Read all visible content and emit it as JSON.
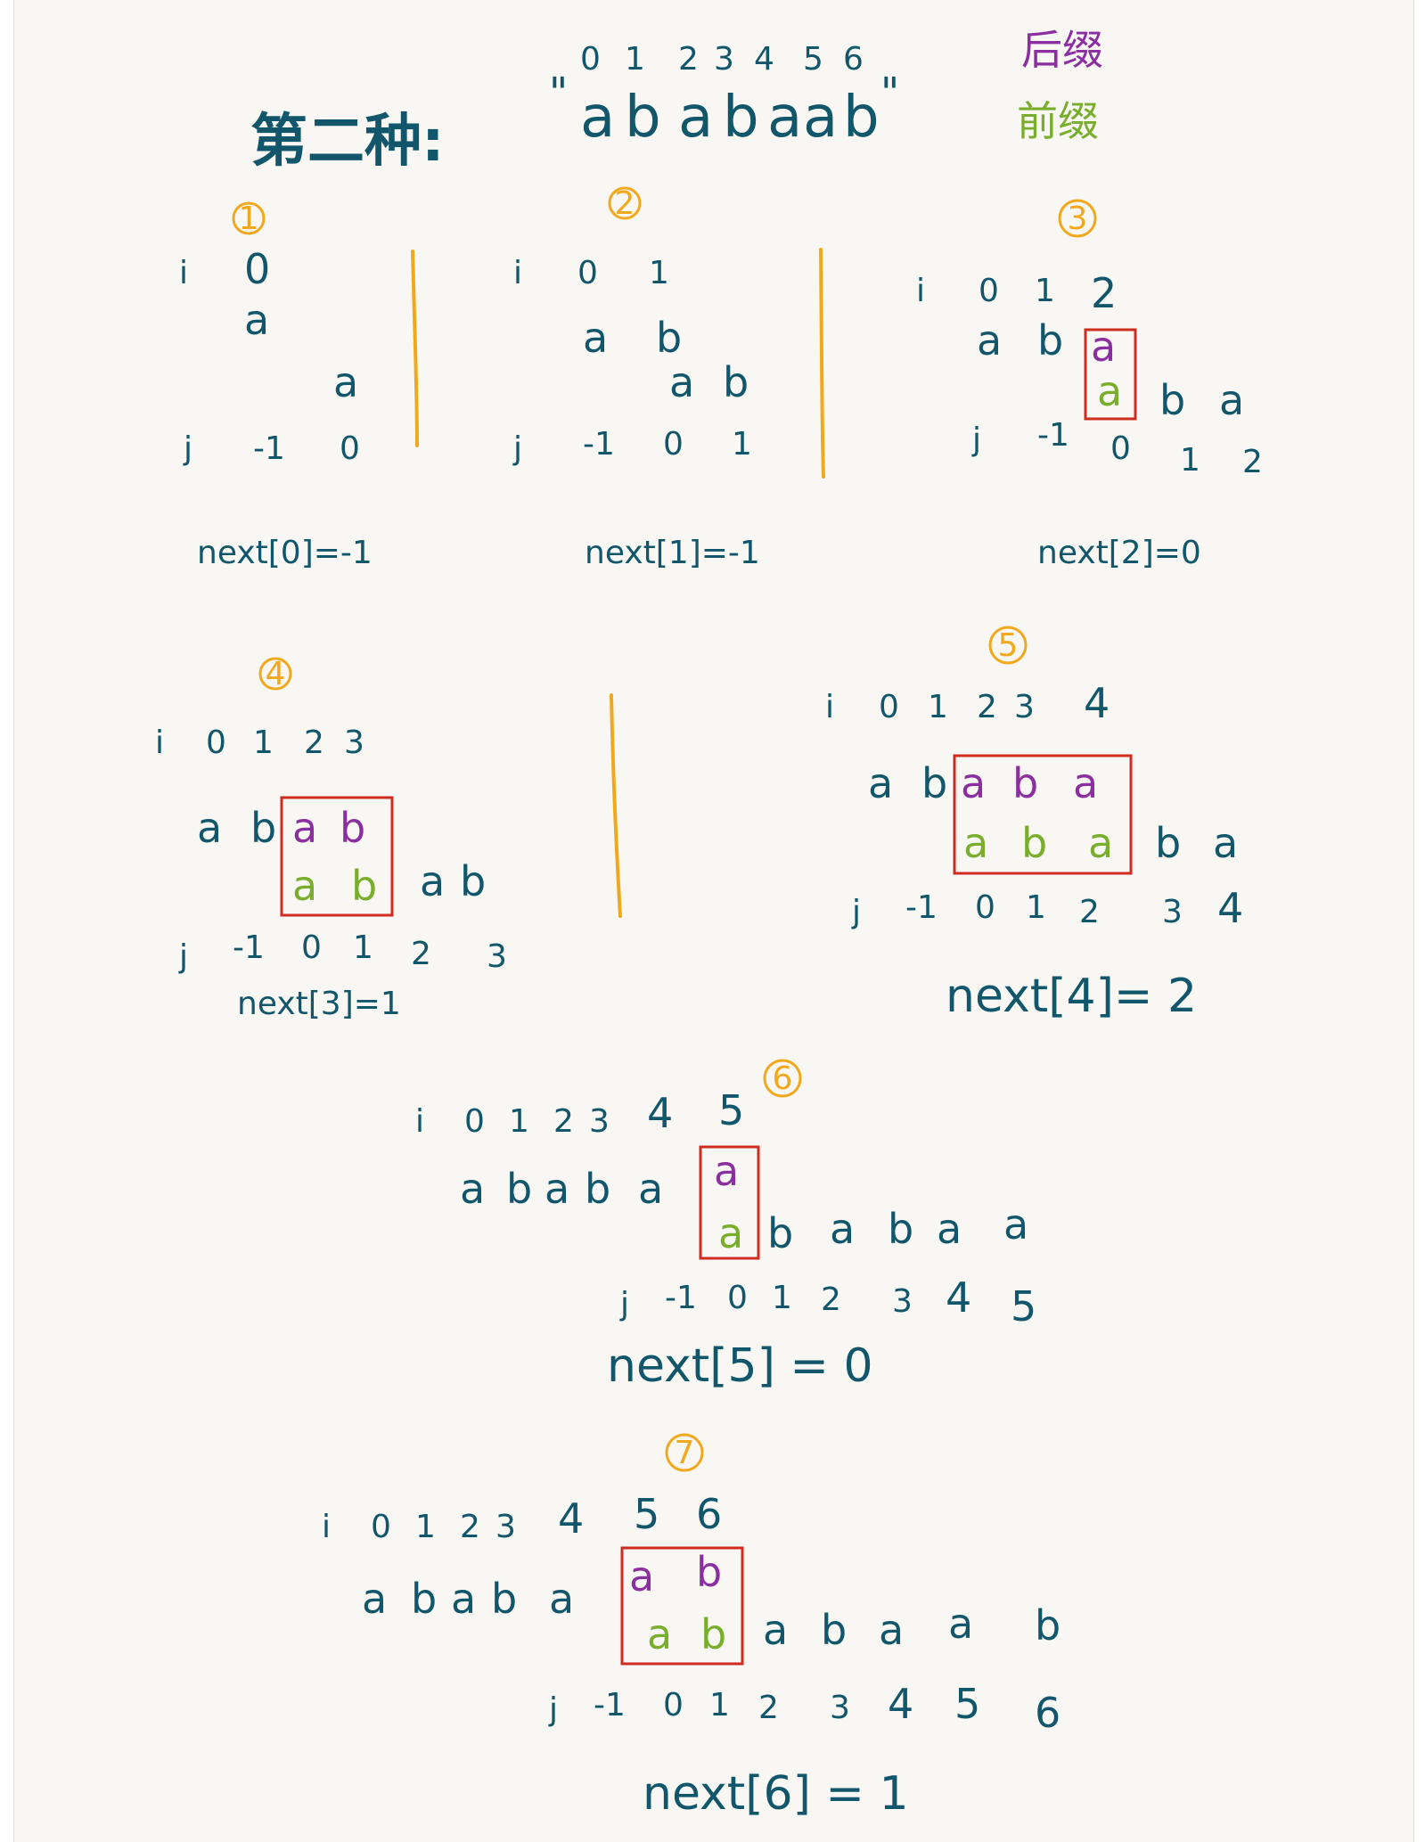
{
  "header": {
    "title": "第二种:",
    "index_digits": [
      "0",
      "1",
      "2",
      "3",
      "4",
      "5",
      "6"
    ],
    "open_quote": "\"",
    "pattern_chars": [
      "a",
      "b",
      "a",
      "b",
      "a",
      "a",
      "b"
    ],
    "close_quote": "\""
  },
  "legend": {
    "suffix": "后缀",
    "prefix": "前缀",
    "suffix_color": "#8a2ea0",
    "prefix_color": "#79ad2c"
  },
  "colors": {
    "ink": "#12566b",
    "step_marker": "#f2a81d",
    "box": "#cf2b1f"
  },
  "steps": [
    {
      "label": "1",
      "i_label": "i",
      "j_label": "j",
      "i_values": [
        "0"
      ],
      "top_chars": [
        "a"
      ],
      "bottom_chars": [
        "a"
      ],
      "j_values": [
        "-1",
        "0"
      ],
      "result": "next[0]=-1"
    },
    {
      "label": "2",
      "i_label": "i",
      "j_label": "j",
      "i_values": [
        "0",
        "1"
      ],
      "top_chars": [
        "a",
        "b"
      ],
      "bottom_chars": [
        "a",
        "b"
      ],
      "j_values": [
        "-1",
        "0",
        "1"
      ],
      "result": "next[1]=-1"
    },
    {
      "label": "3",
      "i_label": "i",
      "j_label": "j",
      "i_values": [
        "0",
        "1",
        "2"
      ],
      "top_plain": [
        "a",
        "b"
      ],
      "top_boxed": [
        "a"
      ],
      "bottom_boxed": [
        "a"
      ],
      "bottom_plain": [
        "b",
        "a"
      ],
      "j_values": [
        "-1",
        "0",
        "1",
        "2"
      ],
      "result": "next[2]=0"
    },
    {
      "label": "4",
      "i_label": "i",
      "j_label": "j",
      "i_values": [
        "0",
        "1",
        "2",
        "3"
      ],
      "top_plain": [
        "a",
        "b"
      ],
      "top_boxed": [
        "a",
        "b"
      ],
      "bottom_boxed": [
        "a",
        "b"
      ],
      "bottom_plain": [
        "a",
        "b"
      ],
      "j_values": [
        "-1",
        "0",
        "1",
        "2",
        "3"
      ],
      "result": "next[3]=1"
    },
    {
      "label": "5",
      "i_label": "i",
      "j_label": "j",
      "i_values": [
        "0",
        "1",
        "2",
        "3",
        "4"
      ],
      "top_plain": [
        "a",
        "b"
      ],
      "top_boxed": [
        "a",
        "b",
        "a"
      ],
      "bottom_boxed": [
        "a",
        "b",
        "a"
      ],
      "bottom_plain": [
        "b",
        "a"
      ],
      "j_values": [
        "-1",
        "0",
        "1",
        "2",
        "3",
        "4"
      ],
      "result": "next[4]= 2"
    },
    {
      "label": "6",
      "i_label": "i",
      "j_label": "j",
      "i_values": [
        "0",
        "1",
        "2",
        "3",
        "4",
        "5"
      ],
      "top_plain": [
        "a",
        "b",
        "a",
        "b",
        "a"
      ],
      "top_boxed": [
        "a"
      ],
      "bottom_boxed": [
        "a"
      ],
      "bottom_plain": [
        "b",
        "a",
        "b",
        "a",
        "a"
      ],
      "j_values": [
        "-1",
        "0",
        "1",
        "2",
        "3",
        "4",
        "5"
      ],
      "result": "next[5] = 0"
    },
    {
      "label": "7",
      "i_label": "i",
      "j_label": "j",
      "i_values": [
        "0",
        "1",
        "2",
        "3",
        "4",
        "5",
        "6"
      ],
      "top_plain": [
        "a",
        "b",
        "a",
        "b",
        "a"
      ],
      "top_boxed": [
        "a",
        "b"
      ],
      "bottom_boxed": [
        "a",
        "b"
      ],
      "bottom_plain": [
        "a",
        "b",
        "a",
        "a",
        "b"
      ],
      "j_values": [
        "-1",
        "0",
        "1",
        "2",
        "3",
        "4",
        "5",
        "6"
      ],
      "result": "next[6] = 1"
    }
  ]
}
